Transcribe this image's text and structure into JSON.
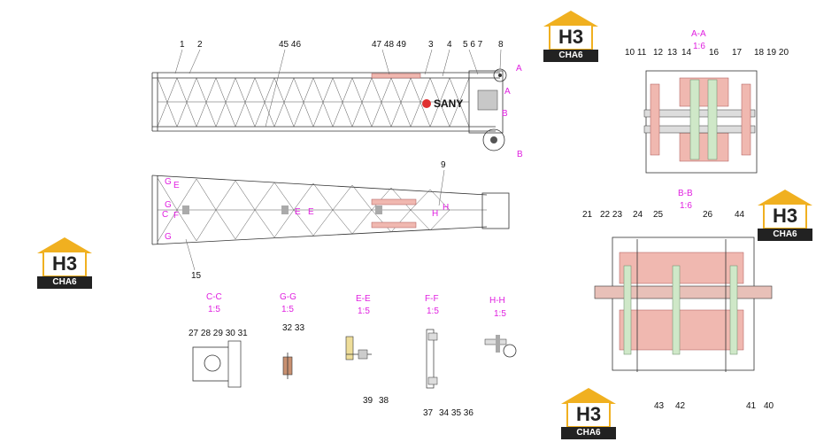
{
  "brand": "SANY",
  "watermark": {
    "big": "H3",
    "small": "CHA6"
  },
  "part_numbers": {
    "top": [
      "1",
      "2",
      "45 46",
      "47 48 49",
      "3",
      "4",
      "5 6 7",
      "8"
    ],
    "aa": [
      "10 11",
      "12",
      "13",
      "14",
      "16",
      "17",
      "18",
      "19 20"
    ],
    "bb": [
      "21",
      "22 23",
      "24",
      "25",
      "26",
      "44"
    ],
    "bb_bottom": [
      "43",
      "42",
      "41",
      "40"
    ],
    "mid": [
      "9",
      "15"
    ],
    "cc": [
      "27 28 29 30 31"
    ],
    "gg": [
      "32 33"
    ],
    "ee": [
      "39",
      "38"
    ],
    "ff": [
      "37",
      "34 35 36"
    ]
  },
  "sections": {
    "aa": {
      "title": "A-A",
      "scale": "1:6"
    },
    "bb": {
      "title": "B-B",
      "scale": "1:6"
    },
    "cc": {
      "title": "C-C",
      "scale": "1:5"
    },
    "gg": {
      "title": "G-G",
      "scale": "1:5"
    },
    "ee": {
      "title": "E-E",
      "scale": "1:5"
    },
    "ff": {
      "title": "F-F",
      "scale": "1:5"
    },
    "hh": {
      "title": "H-H",
      "scale": "1:5"
    }
  },
  "markers": {
    "a": "A",
    "b": "B",
    "c": "C",
    "e": "E",
    "f": "F",
    "g": "G",
    "h": "H"
  }
}
